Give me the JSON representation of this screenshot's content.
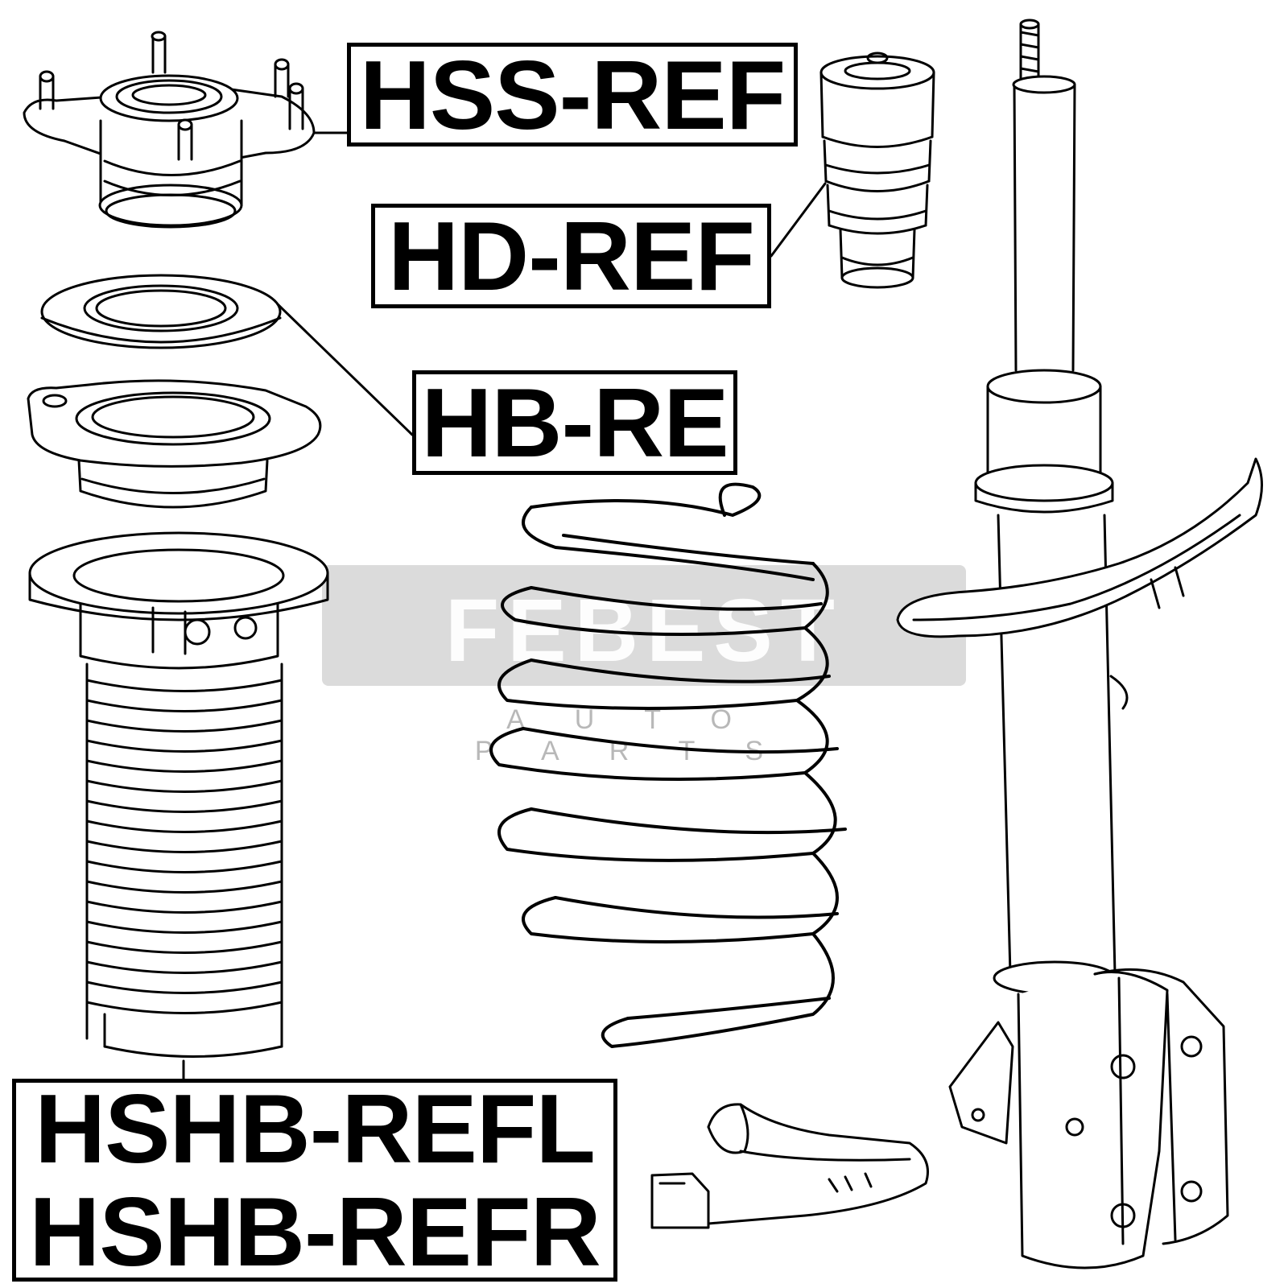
{
  "labels": {
    "top_mount": "HSS-REF",
    "bump_stop": "HD-REF",
    "bearing": "HB-RE",
    "boot_left": "HSHB-REFL",
    "boot_right": "HSHB-REFR"
  },
  "watermark": {
    "brand": "FEBEST",
    "subtitle": "AUTO PARTS"
  },
  "colors": {
    "line": "#000000",
    "watermark_bg": "#bebebe",
    "background": "#ffffff"
  }
}
